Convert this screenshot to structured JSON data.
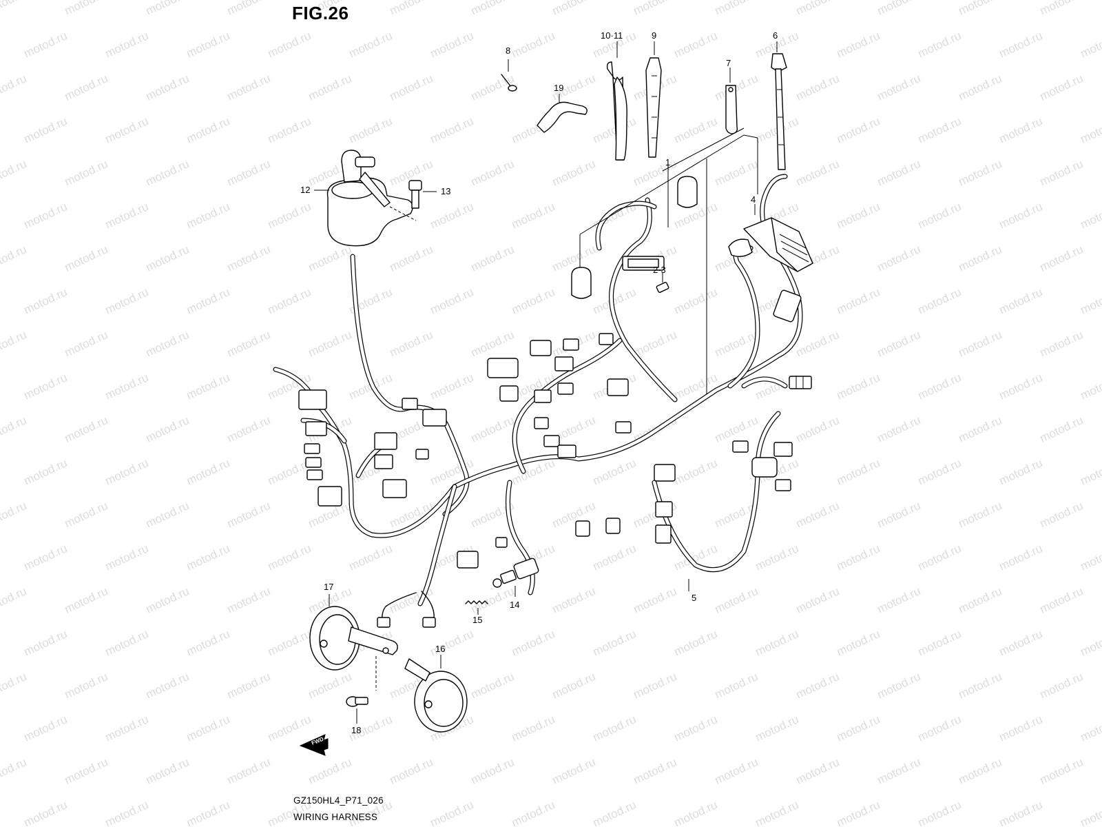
{
  "figure": {
    "title": "FIG.26",
    "diagram_code": "GZ150HL4_P71_026",
    "caption": "WIRING HARNESS",
    "watermark": "motod.ru",
    "direction_badge": "FWD"
  },
  "callouts": [
    {
      "id": "c1",
      "label": "1"
    },
    {
      "id": "c2-3",
      "label": "2·3"
    },
    {
      "id": "c4",
      "label": "4"
    },
    {
      "id": "c5",
      "label": "5"
    },
    {
      "id": "c6",
      "label": "6"
    },
    {
      "id": "c7",
      "label": "7"
    },
    {
      "id": "c8",
      "label": "8"
    },
    {
      "id": "c9",
      "label": "9"
    },
    {
      "id": "c10-11",
      "label": "10·11"
    },
    {
      "id": "c12",
      "label": "12"
    },
    {
      "id": "c13",
      "label": "13"
    },
    {
      "id": "c14",
      "label": "14"
    },
    {
      "id": "c15",
      "label": "15"
    },
    {
      "id": "c16",
      "label": "16"
    },
    {
      "id": "c17",
      "label": "17"
    },
    {
      "id": "c18",
      "label": "18"
    },
    {
      "id": "c19",
      "label": "19"
    }
  ]
}
